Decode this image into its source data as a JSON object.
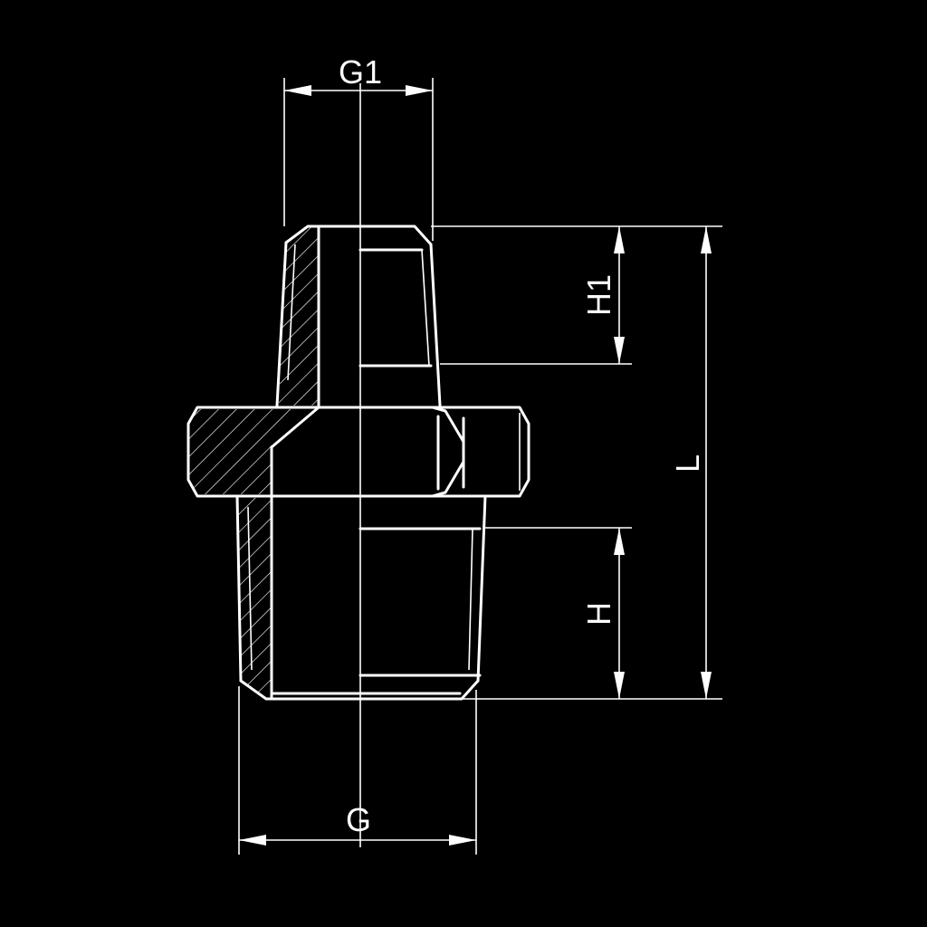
{
  "labels": {
    "g1": "G1",
    "h1": "H1",
    "l": "L",
    "h": "H",
    "g": "G"
  },
  "colors": {
    "background": "#000000",
    "line": "#ffffff"
  }
}
